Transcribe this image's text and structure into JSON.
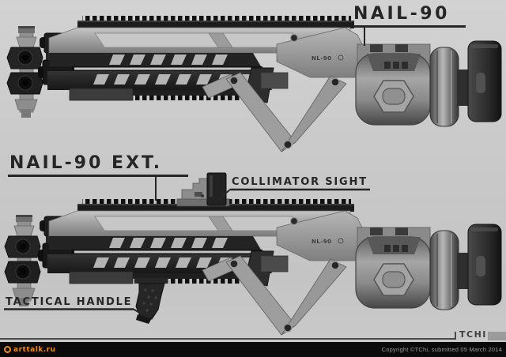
{
  "colors": {
    "background": "#c9c9c9",
    "ink": "#262626",
    "footer_bar": "#0a0a0a",
    "logo_orange": "#ef8b10"
  },
  "annotations": {
    "gun1_title": "NAIL-90",
    "gun2_title": "NAIL-90 EXT.",
    "sight_label": "COLLIMATOR SIGHT",
    "handle_label": "TACTICAL HANDLE"
  },
  "weapon": {
    "receiver_marking": "NL-90"
  },
  "footer": {
    "artist_tag": "TCHI",
    "watermark": "arttalk.ru",
    "copyright": "Copyright ©TChi, submitted 05 March 2014"
  }
}
